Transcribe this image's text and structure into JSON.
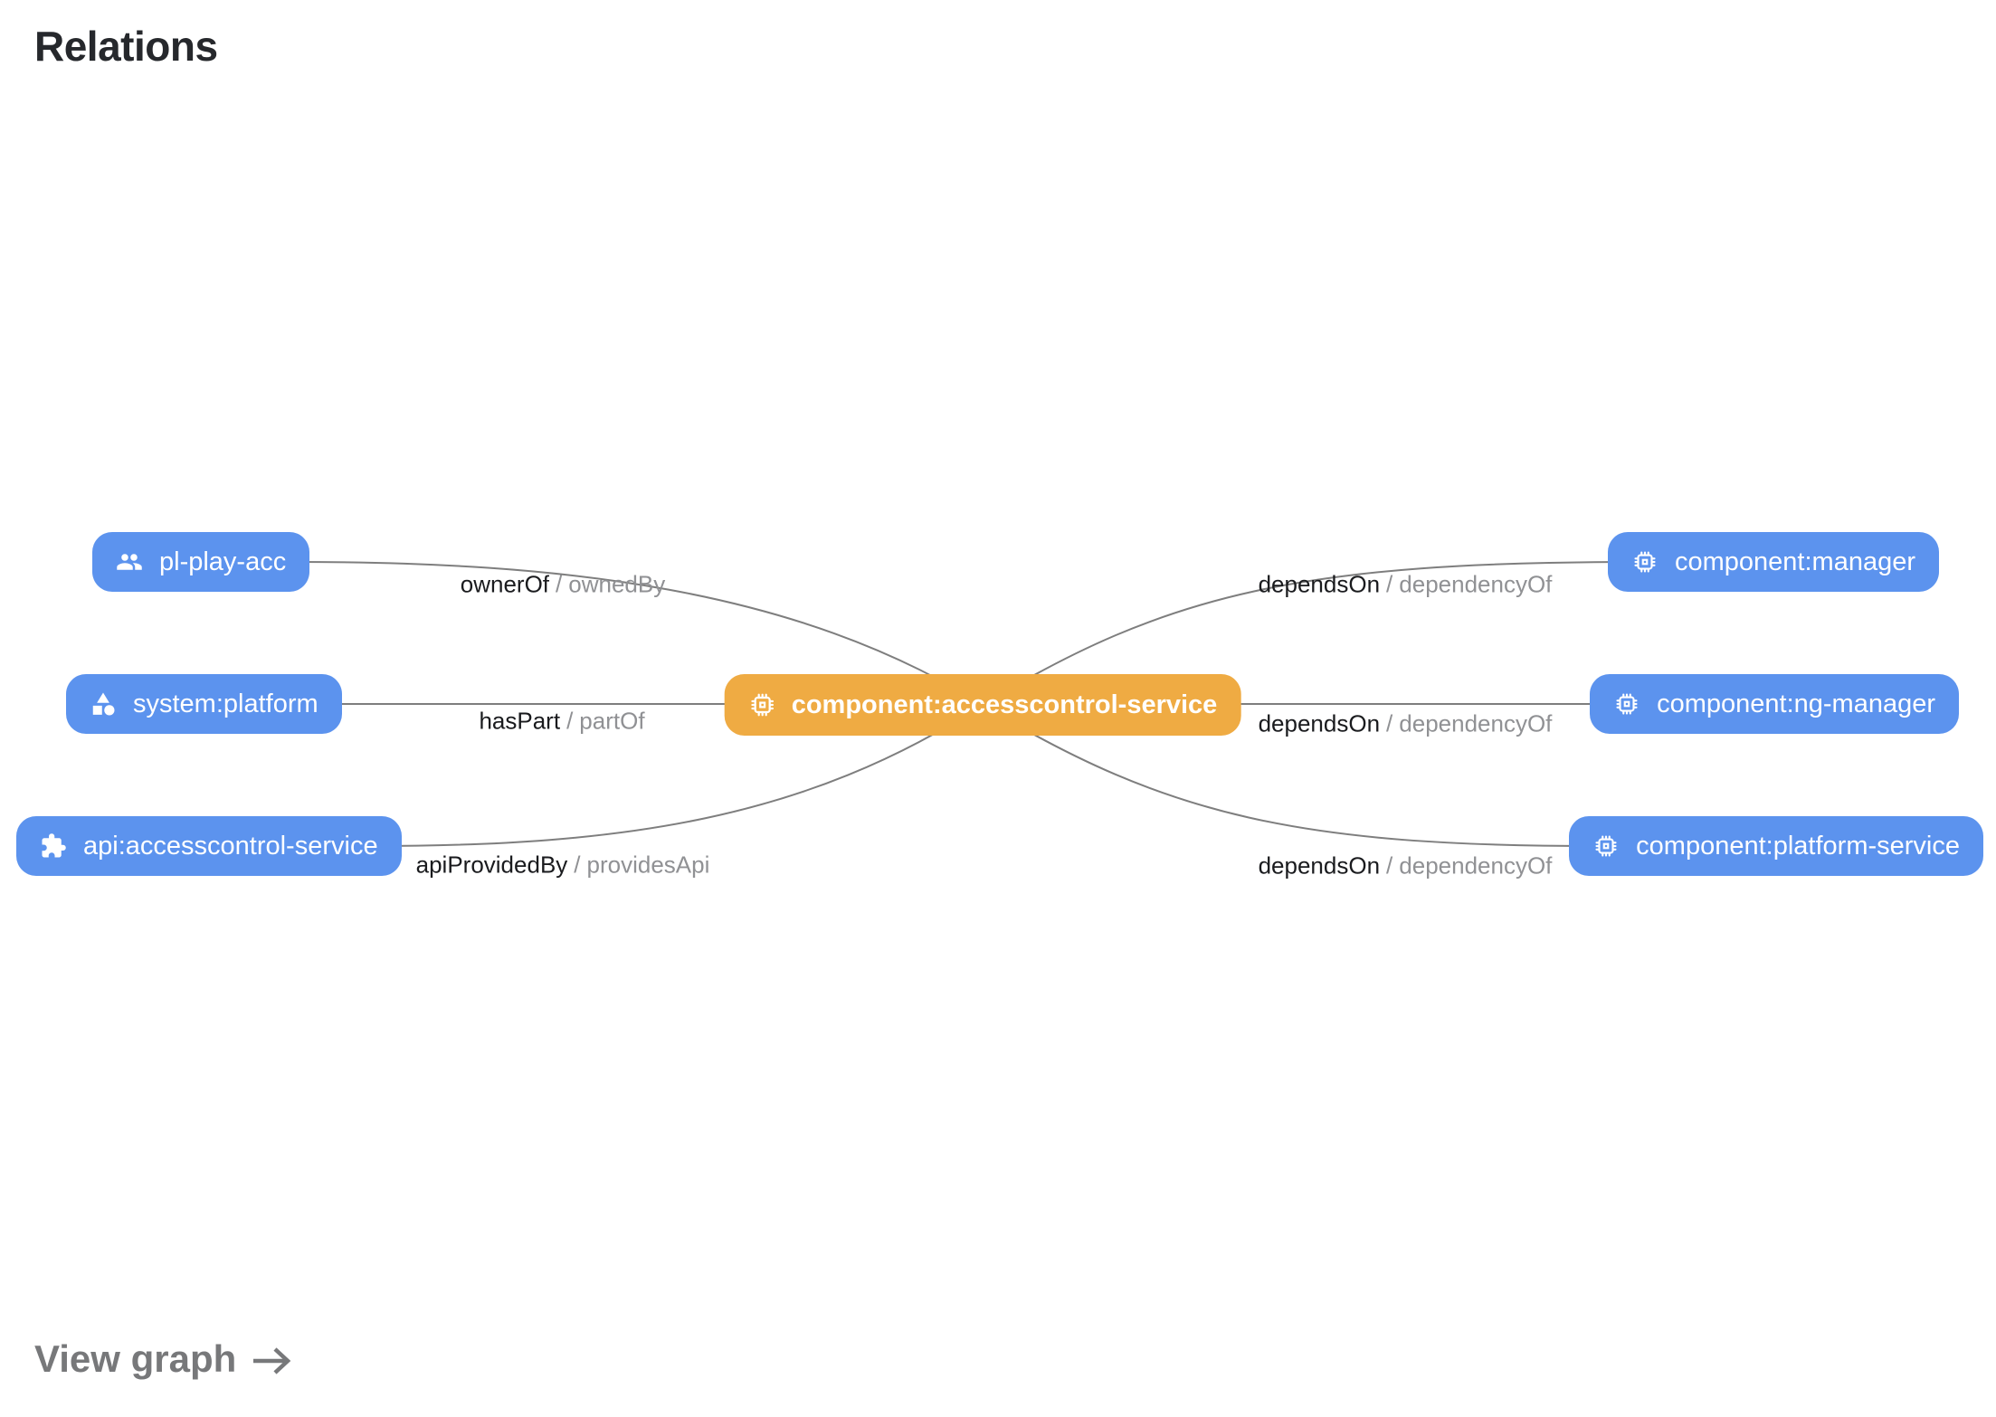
{
  "page": {
    "title": "Relations",
    "view_graph_label": "View graph"
  },
  "colors": {
    "node_blue": "#5C93EE",
    "node_orange": "#EFAB43",
    "edge_line": "#7E7E7E",
    "edge_label_primary": "#1A1B1E",
    "edge_label_secondary": "#909194"
  },
  "graph": {
    "nodes": {
      "center": {
        "label": "component:accesscontrol-service",
        "icon": "chip-icon"
      },
      "left": [
        {
          "label": "pl-play-acc",
          "icon": "group-icon"
        },
        {
          "label": "system:platform",
          "icon": "category-icon"
        },
        {
          "label": "api:accesscontrol-service",
          "icon": "puzzle-icon"
        }
      ],
      "right": [
        {
          "label": "component:manager",
          "icon": "chip-icon"
        },
        {
          "label": "component:ng-manager",
          "icon": "chip-icon"
        },
        {
          "label": "component:platform-service",
          "icon": "chip-icon"
        }
      ]
    },
    "edges": [
      {
        "primary": "ownerOf",
        "separator": "/",
        "secondary": "ownedBy"
      },
      {
        "primary": "hasPart",
        "separator": "/",
        "secondary": "partOf"
      },
      {
        "primary": "apiProvidedBy",
        "separator": "/",
        "secondary": "providesApi"
      },
      {
        "primary": "dependsOn",
        "separator": "/",
        "secondary": "dependencyOf"
      },
      {
        "primary": "dependsOn",
        "separator": "/",
        "secondary": "dependencyOf"
      },
      {
        "primary": "dependsOn",
        "separator": "/",
        "secondary": "dependencyOf"
      }
    ]
  }
}
